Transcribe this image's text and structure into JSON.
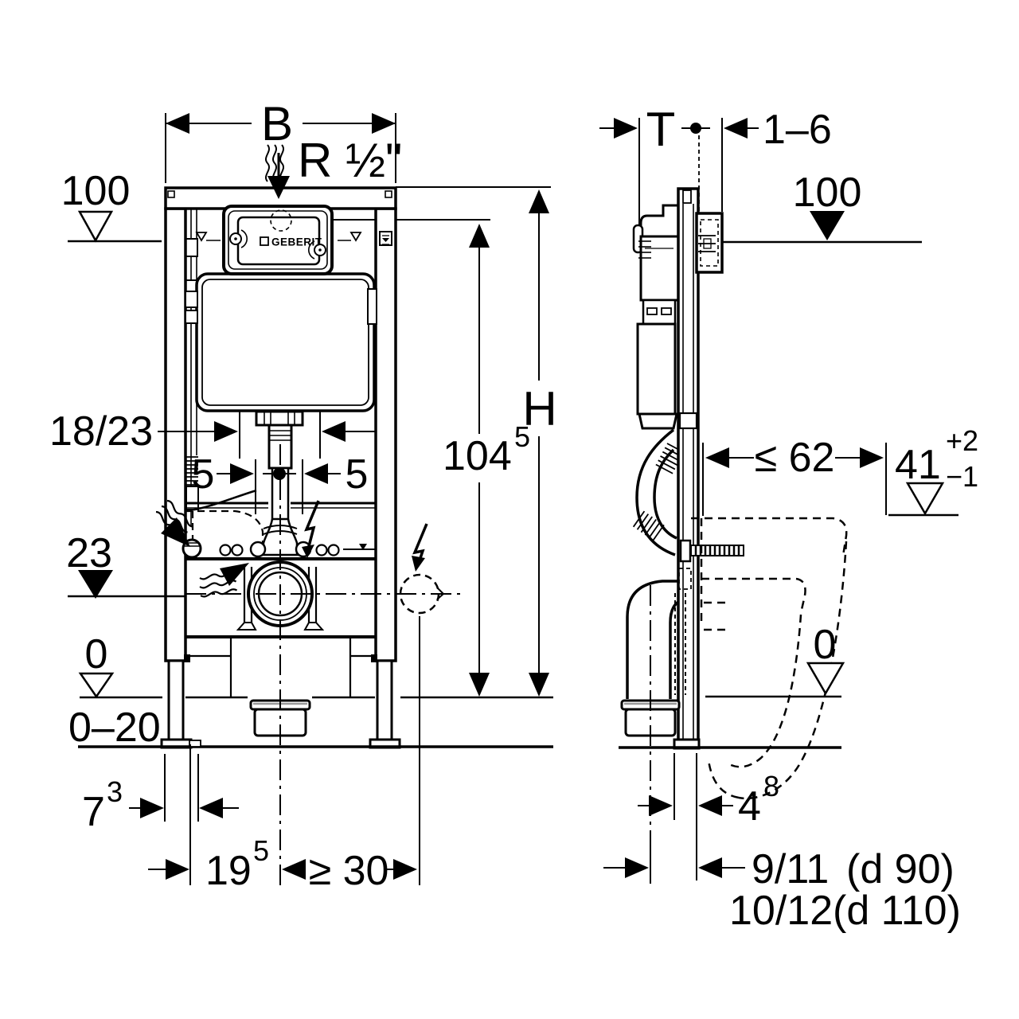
{
  "drawing": {
    "type": "installation-dimension-drawing",
    "views": [
      "front",
      "side"
    ],
    "colors": {
      "line": "#000000",
      "background": "#ffffff",
      "sleeve_accent": "#9a9a9a"
    }
  },
  "front": {
    "width_label": "B",
    "supply_label": "R ½\"",
    "level_100": "100",
    "duct_width": "18/23",
    "offset_left": "5",
    "offset_right": "5",
    "level_23": "23",
    "level_0": "0",
    "screed_range": "0–20",
    "dim_7": {
      "main": "7",
      "sup": "3"
    },
    "dim_19": {
      "main": "19",
      "sup": "5"
    },
    "dim_30": "≥ 30",
    "height_label": "H",
    "dim_104": {
      "main": "104",
      "sup": "5"
    },
    "brand": "GEBERIT"
  },
  "side": {
    "depth_label": "T",
    "wall_range": "1–6",
    "level_100": "100",
    "clearance": "≤ 62",
    "rim_height": {
      "main": "41",
      "sup": "+2",
      "sub": "−1"
    },
    "level_0": "0",
    "dim_4": {
      "main": "4",
      "sup": "8"
    },
    "outlet_1": {
      "value": "9/11",
      "note": "(d 90)"
    },
    "outlet_2": {
      "value": "10/12",
      "note": "(d 110)"
    }
  }
}
